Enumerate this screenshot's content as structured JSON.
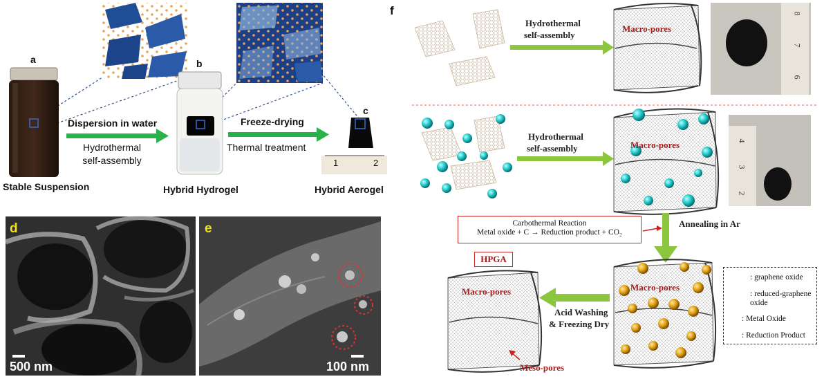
{
  "left": {
    "label_a": "a",
    "label_b": "b",
    "label_c": "c",
    "step1_top": "Dispersion in water",
    "step1_bottom_1": "Hydrothermal",
    "step1_bottom_2": "self-assembly",
    "step2_top": "Freeze-drying",
    "step2_bottom": "Thermal treatment",
    "caption_a": "Stable Suspension",
    "caption_b": "Hybrid Hydrogel",
    "caption_c": "Hybrid Aerogel",
    "ruler_1": "1",
    "ruler_2": "2"
  },
  "sem": {
    "label_d": "d",
    "label_e": "e",
    "scale_d": "500 nm",
    "scale_e": "100 nm"
  },
  "right": {
    "label_f": "f",
    "hydro1": "Hydrothermal",
    "hydro2": "self-assembly",
    "macro": "Macro-pores",
    "meso": "Meso-pores",
    "anneal": "Annealing in Ar",
    "carbo_title": "Carbothermal Reaction",
    "carbo_eq": "Metal oxide + C → Reduction product + CO₂",
    "hpga": "HPGA",
    "acid1": "Acid Washing",
    "acid2": "& Freezing Dry",
    "ruler_top": [
      "8",
      "7",
      "6"
    ],
    "ruler_mid": [
      "4",
      "3",
      "2"
    ]
  },
  "legend": [
    {
      "swatch": "graphene-oxide-swatch",
      "text": ": graphene oxide"
    },
    {
      "swatch": "reduced-graphene-oxide-swatch",
      "text": ": reduced-graphene oxide"
    },
    {
      "swatch": "metal-oxide-ball",
      "text": ": Metal Oxide"
    },
    {
      "swatch": "reduction-product-ball",
      "text": ": Reduction Product"
    }
  ],
  "colors": {
    "arrow_green": "#27b24a",
    "panel_arrow_green": "#8cc63f",
    "metal_oxide": "#1fc7c7",
    "reduction_product": "#e0a010",
    "sheet_blue": "#1f4e96",
    "red": "#cc2222"
  }
}
